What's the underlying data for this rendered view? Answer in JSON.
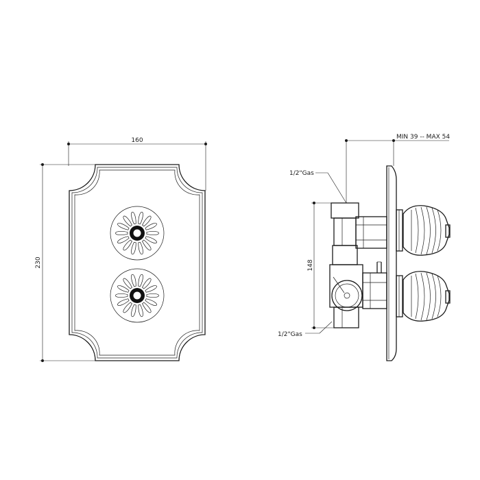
{
  "front_view": {
    "width_label": "160",
    "height_label": "230"
  },
  "side_view": {
    "depth_label": "MIN 39 -- MAX 54",
    "spacing_label": "148",
    "top_connection_label": "1/2\"Gas",
    "bottom_connection_label": "1/2\"Gas"
  }
}
